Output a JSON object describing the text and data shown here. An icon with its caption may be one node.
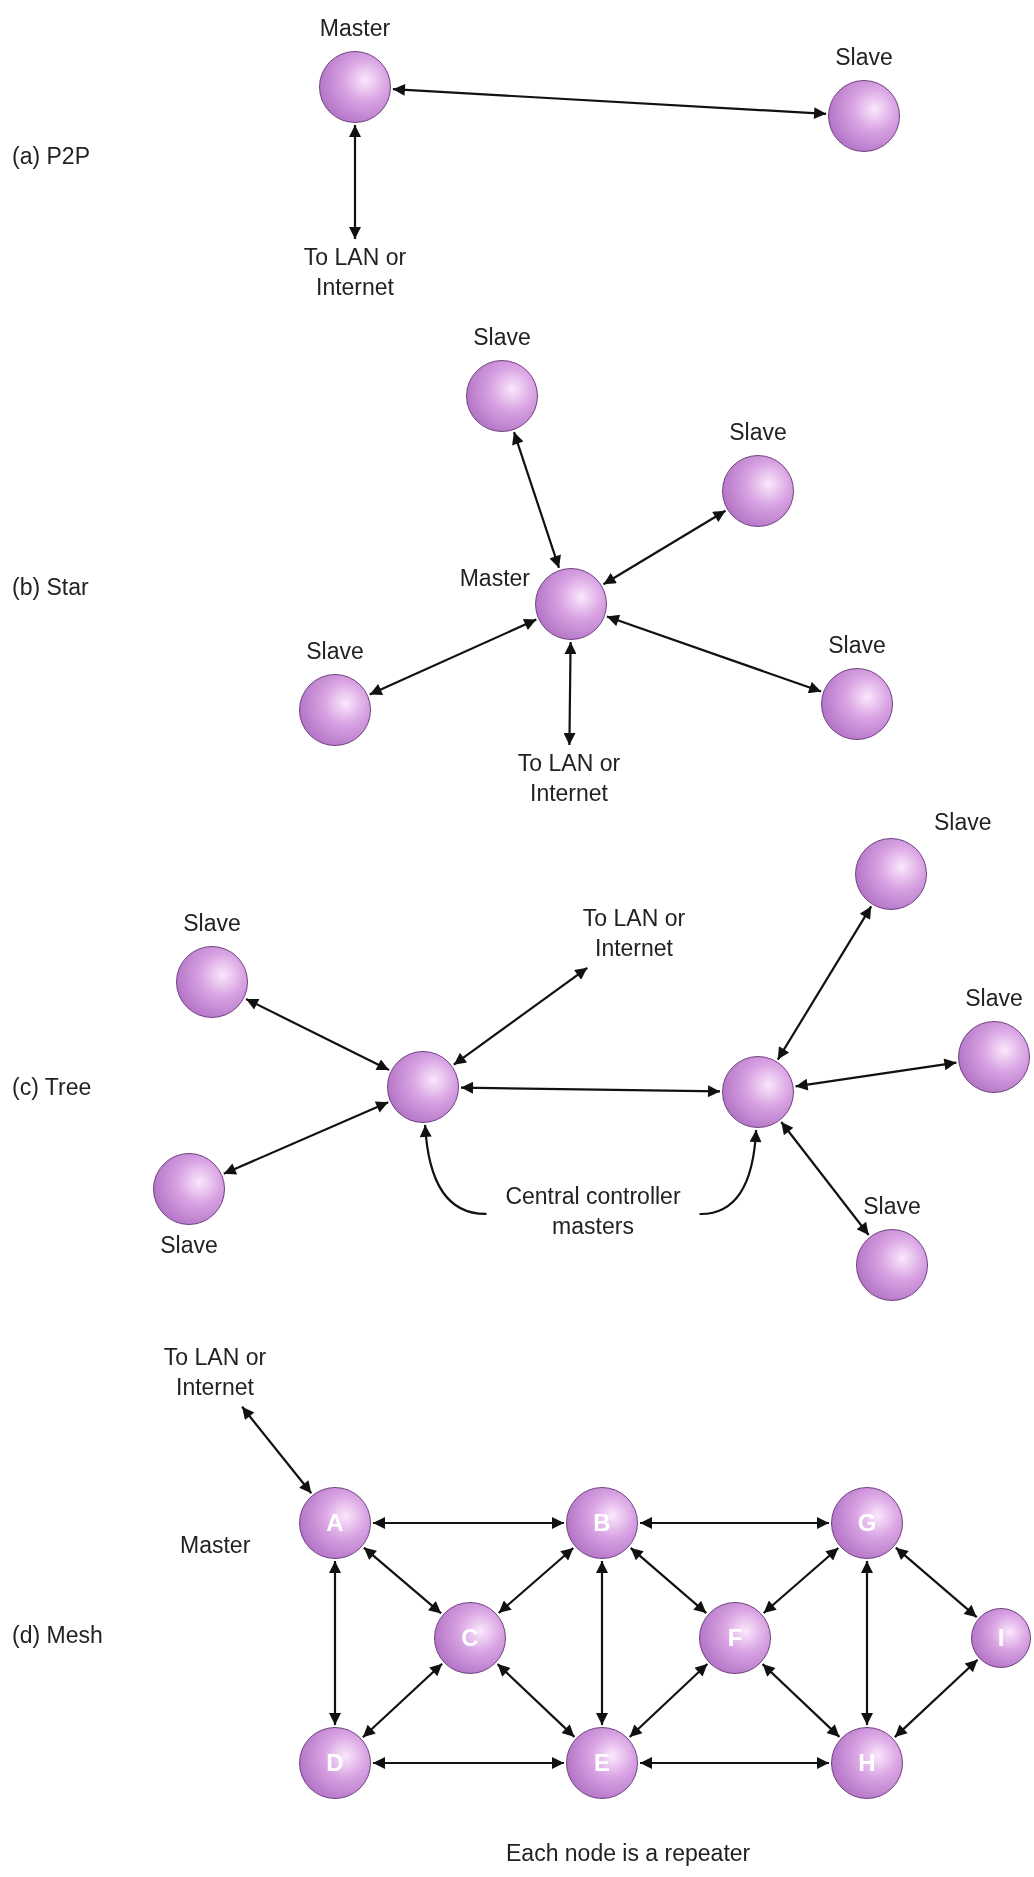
{
  "diagram": {
    "caption": "Each node is a repeater",
    "nodes": [
      {
        "text": [
          "Master"
        ]
      },
      {
        "text": [
          "Slave"
        ]
      },
      {
        "text": [
          "To LAN or Internet"
        ]
      },
      {
        "text": [
          "Master"
        ]
      },
      {
        "text": [
          "Slave"
        ]
      },
      {
        "text": [
          "Slave"
        ]
      },
      {
        "text": [
          "Slave"
        ]
      },
      {
        "text": [
          "Slave"
        ]
      },
      {
        "text": [
          "To LAN or Internet"
        ]
      },
      {
        "text": [
          "Slave"
        ]
      },
      {
        "text": [
          "Slave"
        ]
      },
      {
        "text": [],
        "shape": "circle"
      },
      {
        "text": [
          "To LAN or Internet"
        ]
      },
      {
        "text": [],
        "shape": "circle"
      },
      {
        "text": [
          "Slave"
        ]
      },
      {
        "text": [
          "Slave"
        ]
      },
      {
        "text": [
          "Slave"
        ]
      },
      {
        "text": [
          "Central controller masters"
        ]
      },
      {
        "text": [
          "To LAN or Internet"
        ]
      },
      {
        "text": [
          "A"
        ],
        "beside": [
          "Master"
        ]
      },
      {
        "text": [
          "B"
        ]
      },
      {
        "text": [
          "G"
        ]
      },
      {
        "text": [
          "C"
        ]
      },
      {
        "text": [
          "F"
        ]
      },
      {
        "text": [
          "I"
        ]
      },
      {
        "text": [
          "D"
        ]
      },
      {
        "text": [
          "E"
        ]
      },
      {
        "text": [
          "H"
        ]
      }
    ],
    "edges": [
      {
        "from": 0,
        "to": 1,
        "arrow": "both"
      },
      {
        "from": 0,
        "to": 2,
        "arrow": "both"
      },
      {
        "from": 3,
        "to": 4,
        "arrow": "both"
      },
      {
        "from": 3,
        "to": 5,
        "arrow": "both"
      },
      {
        "from": 3,
        "to": 6,
        "arrow": "both"
      },
      {
        "from": 3,
        "to": 7,
        "arrow": "both"
      },
      {
        "from": 3,
        "to": 8,
        "arrow": "both"
      },
      {
        "from": 11,
        "to": 9,
        "arrow": "both"
      },
      {
        "from": 11,
        "to": 10,
        "arrow": "both"
      },
      {
        "from": 11,
        "to": 12,
        "arrow": "both"
      },
      {
        "from": 11,
        "to": 13,
        "arrow": "both"
      },
      {
        "from": 13,
        "to": 14,
        "arrow": "both"
      },
      {
        "from": 13,
        "to": 15,
        "arrow": "both"
      },
      {
        "from": 13,
        "to": 16,
        "arrow": "both"
      },
      {
        "from": 17,
        "to": 11,
        "arrow": "to"
      },
      {
        "from": 17,
        "to": 13,
        "arrow": "to"
      },
      {
        "from": 18,
        "to": 19,
        "arrow": "both"
      },
      {
        "from": 19,
        "to": 20,
        "arrow": "both"
      },
      {
        "from": 20,
        "to": 21,
        "arrow": "both"
      },
      {
        "from": 19,
        "to": 22,
        "arrow": "both"
      },
      {
        "from": 19,
        "to": 25,
        "arrow": "both"
      },
      {
        "from": 22,
        "to": 20,
        "arrow": "both"
      },
      {
        "from": 22,
        "to": 25,
        "arrow": "both"
      },
      {
        "from": 22,
        "to": 26,
        "arrow": "both"
      },
      {
        "from": 20,
        "to": 26,
        "arrow": "both"
      },
      {
        "from": 20,
        "to": 23,
        "arrow": "both"
      },
      {
        "from": 23,
        "to": 26,
        "arrow": "both"
      },
      {
        "from": 23,
        "to": 21,
        "arrow": "both"
      },
      {
        "from": 21,
        "to": 27,
        "arrow": "both"
      },
      {
        "from": 21,
        "to": 24,
        "arrow": "both"
      },
      {
        "from": 24,
        "to": 27,
        "arrow": "both"
      },
      {
        "from": 23,
        "to": 27,
        "arrow": "both"
      },
      {
        "from": 25,
        "to": 26,
        "arrow": "both"
      },
      {
        "from": 26,
        "to": 27,
        "arrow": "both"
      }
    ],
    "labels": [
      "(a) P2P",
      "(b) Star",
      "(c) Tree",
      "(d) Mesh"
    ]
  }
}
